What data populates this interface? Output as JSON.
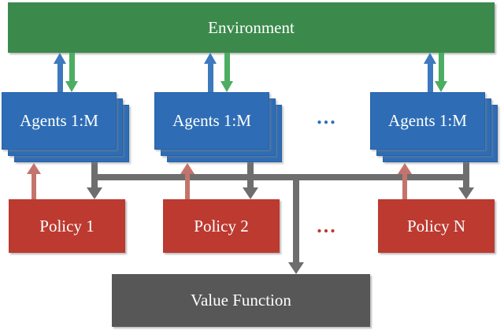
{
  "diagram": {
    "environment": {
      "label": "Environment"
    },
    "agents": {
      "stacks": [
        {
          "label": "Agents 1:M"
        },
        {
          "label": "Agents 1:M"
        },
        {
          "label": "Agents 1:M"
        }
      ],
      "ellipsis": "..."
    },
    "policies": {
      "boxes": [
        {
          "label": "Policy 1"
        },
        {
          "label": "Policy 2"
        },
        {
          "label": "Policy N"
        }
      ],
      "ellipsis": "..."
    },
    "value_function": {
      "label": "Value Function"
    },
    "colors": {
      "env-green": "#3B8A4C",
      "agent-blue": "#2E6DB5",
      "agent-blue-border": "#2563A9",
      "policy-red": "#BC3A30",
      "value-gray": "#575757",
      "arrow-blue": "#3D79BE",
      "arrow-green": "#4CAD63",
      "arrow-red": "#C4746C",
      "connector-gray": "#6E6E6E"
    }
  }
}
